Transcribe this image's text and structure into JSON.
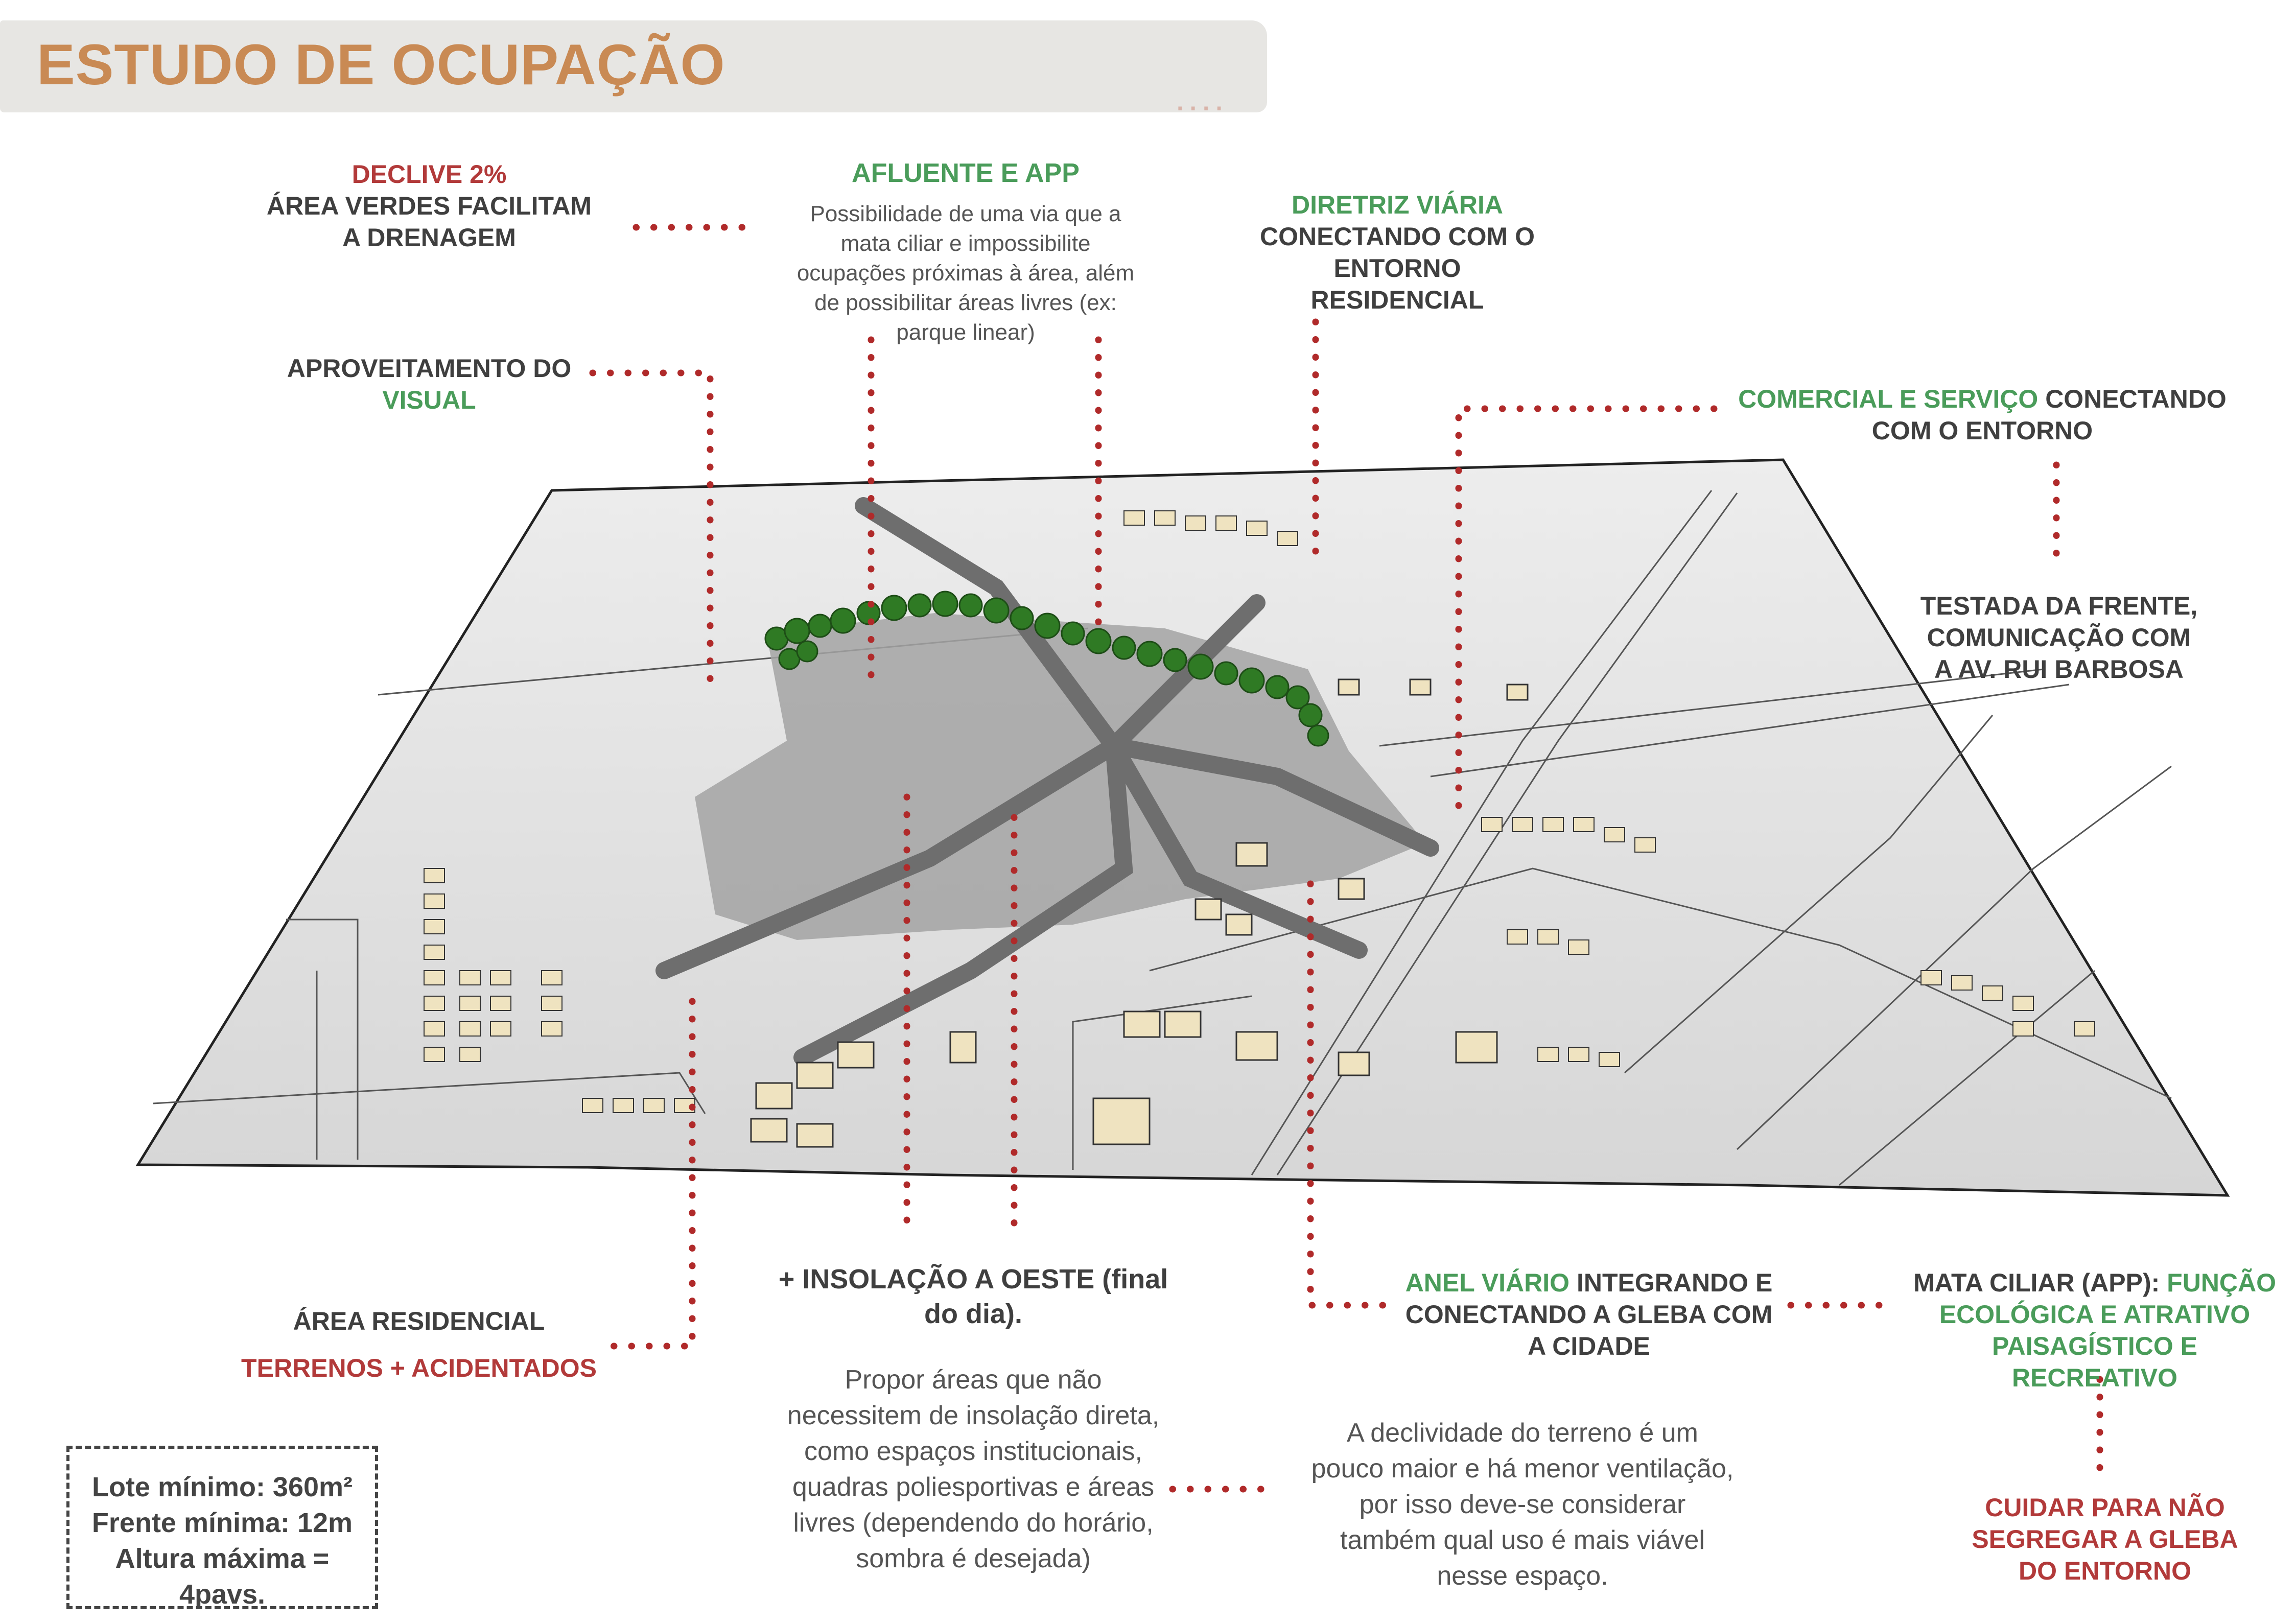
{
  "title": "ESTUDO DE OCUPAÇÃO",
  "title_dots": "....",
  "annotations": {
    "declive": {
      "highlight": "DECLIVE 2%",
      "text": "ÁREA VERDES FACILITAM A DRENAGEM"
    },
    "afluente": {
      "heading": "AFLUENTE E APP",
      "text": "Possibilidade de uma via que a mata ciliar e impossibilite ocupações próximas à área, além de possibilitar áreas livres (ex: parque linear)"
    },
    "diretriz": {
      "heading": "DIRETRIZ VIÁRIA",
      "text": "CONECTANDO COM O ENTORNO RESIDENCIAL"
    },
    "visual": {
      "text": "APROVEITAMENTO DO",
      "highlight": "VISUAL"
    },
    "comercial": {
      "highlight": "COMERCIAL  E SERVIÇO",
      "text": "CONECTANDO COM O ENTORNO"
    },
    "testada": {
      "text": "TESTADA DA FRENTE, COMUNICAÇÃO COM A AV. RUI BARBOSA"
    },
    "residencial": {
      "text": "ÁREA RESIDENCIAL",
      "highlight": "TERRENOS + ACIDENTADOS"
    },
    "insolacao": {
      "heading": "+ INSOLAÇÃO A OESTE (final do dia).",
      "text": "Propor áreas que não necessitem de insolação direta, como espaços institucionais, quadras poliesportivas e áreas livres (dependendo do horário, sombra é desejada)"
    },
    "anel": {
      "highlight": "ANEL VIÁRIO",
      "text": "INTEGRANDO E CONECTANDO A GLEBA COM A CIDADE"
    },
    "declividade": {
      "text": "A declividade do terreno é um pouco maior e há menor ventilação, por isso deve-se considerar também qual uso é mais viável nesse espaço."
    },
    "mata": {
      "text": "MATA CILIAR (APP):",
      "highlight": "FUNÇÃO ECOLÓGICA E ATRATIVO PAISAGÍSTICO E RECREATIVO"
    },
    "cuidar": {
      "text": "CUIDAR PARA NÃO SEGREGAR A GLEBA DO ENTORNO"
    }
  },
  "info_box": {
    "lote": "Lote mínimo: 360m²",
    "frente": "Frente mínima: 12m",
    "altura": "Altura máxima = 4pavs."
  },
  "colors": {
    "title": "#c98a54",
    "red": "#b23a3a",
    "green": "#4a9c5a",
    "leader_dots": "#b02a2a",
    "study_area": "#9a9a9a",
    "roads": "#6e6e6e",
    "trees": "#2f7a24",
    "buildings": "#efe3c0"
  }
}
